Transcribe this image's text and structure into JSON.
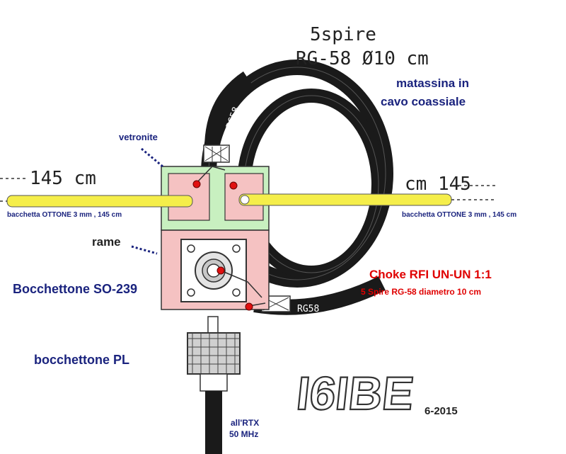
{
  "labels": {
    "coil_spec_line1": "5spire",
    "coil_spec_line2": "RG-58 Ø10 cm",
    "coil_desc_line1": "matassina in",
    "coil_desc_line2": "cavo coassiale",
    "vetronite": "vetronite",
    "left_length": "145 cm",
    "right_length": "cm 145",
    "left_rod": "bacchetta OTTONE 3 mm , 145 cm",
    "right_rod": "bacchetta OTTONE 3 mm , 145 cm",
    "rame": "rame",
    "so239": "Bocchettone SO-239",
    "choke_title": "Choke RFI UN-UN 1:1",
    "choke_sub": "5 Spire RG-58 diametro 10 cm",
    "pl": "bocchettone PL",
    "rtx_line1": "all'RTX",
    "rtx_line2": "50 MHz",
    "callsign": "I6IBE",
    "date": "6-2015",
    "cable_mark_top": "RG58",
    "cable_mark_bottom": "RG58"
  },
  "colors": {
    "rod": "#f5ee4a",
    "board_green": "#c8f0c0",
    "board_pink": "#f5c2c2",
    "coax": "#1a1a1a",
    "solder": "#e01010",
    "label_blue": "#1a237e",
    "label_red": "#e00000"
  }
}
